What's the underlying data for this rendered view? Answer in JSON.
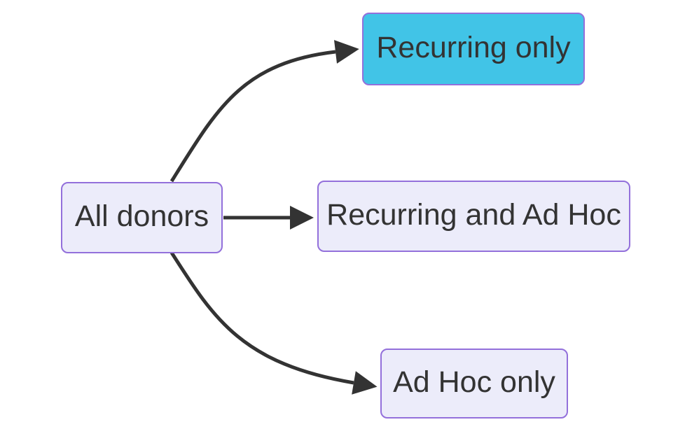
{
  "diagram": {
    "type": "flowchart-left-to-right",
    "background": "#FFFFFF",
    "edge_color": "#333333",
    "text_color": "#333333",
    "node_border_color": "#9370DB",
    "default_node_fill": "#ECECFA",
    "highlight_node_fill": "#41C4E7",
    "nodes": [
      {
        "id": "all-donors",
        "label": "All donors",
        "fill": "#ECECFA",
        "border": "#9370DB"
      },
      {
        "id": "recurring-only",
        "label": "Recurring only",
        "fill": "#41C4E7",
        "border": "#9370DB"
      },
      {
        "id": "recurring-and-ad-hoc",
        "label": "Recurring and Ad Hoc",
        "fill": "#ECECFA",
        "border": "#9370DB"
      },
      {
        "id": "ad-hoc-only",
        "label": "Ad Hoc only",
        "fill": "#ECECFA",
        "border": "#9370DB"
      }
    ],
    "edges": [
      {
        "from": "All donors",
        "to": "Recurring only"
      },
      {
        "from": "All donors",
        "to": "Recurring and Ad Hoc"
      },
      {
        "from": "All donors",
        "to": "Ad Hoc only"
      }
    ]
  }
}
